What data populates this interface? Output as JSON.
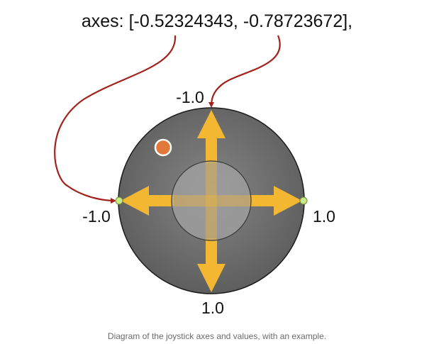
{
  "axes_readout": "axes: [-0.52324343, -0.78723672],",
  "labels": {
    "top": "-1.0",
    "bottom": "1.0",
    "left": "-1.0",
    "right": "1.0"
  },
  "caption": "Diagram of the joystick axes and values, with an example.",
  "colors": {
    "outer_ring": "#6a6a6a",
    "outline": "#1a1a1a",
    "center": "#9c9c9c",
    "arrows": "#f4b731",
    "pointer_lines": "#a3211b",
    "example_dot": "#e2773a",
    "extent_markers": "#c9e886"
  }
}
